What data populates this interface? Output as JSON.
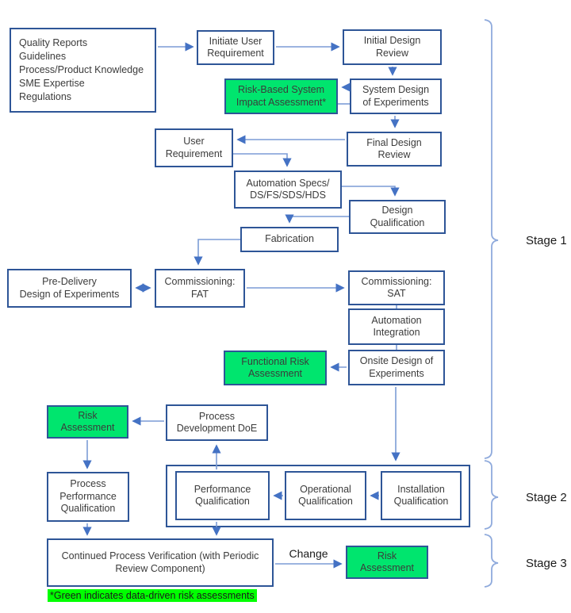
{
  "colors": {
    "box_border": "#2E5597",
    "arrow_line": "#7C9CD6",
    "arrow_head": "#4472C4",
    "node_green": "#00E56E",
    "footnote_green": "#00FF00",
    "brace": "#8FAADC",
    "text_dark": "#3B3B3B",
    "label_dark": "#1A1A1A"
  },
  "nodes": {
    "quality_inputs": [
      "Quality Reports",
      "Guidelines",
      "Process/Product Knowledge",
      "SME Expertise",
      "Regulations"
    ],
    "initiate_user_requirement": [
      "Initiate User",
      "Requirement"
    ],
    "initial_design_review": [
      "Initial Design",
      "Review"
    ],
    "risk_based_system_impact": [
      "Risk-Based System",
      "Impact Assessment*"
    ],
    "system_doe": [
      "System Design",
      "of Experiments"
    ],
    "user_requirement": [
      "User",
      "Requirement"
    ],
    "final_design_review": [
      "Final Design",
      "Review"
    ],
    "automation_specs": [
      "Automation Specs/",
      "DS/FS/SDS/HDS"
    ],
    "design_qualification": [
      "Design",
      "Qualification"
    ],
    "fabrication": [
      "Fabrication"
    ],
    "pre_delivery_doe": [
      "Pre-Delivery",
      "Design of Experiments"
    ],
    "commissioning_fat": [
      "Commissioning:",
      "FAT"
    ],
    "commissioning_sat": [
      "Commissioning:",
      "SAT"
    ],
    "automation_integration": [
      "Automation",
      "Integration"
    ],
    "onsite_doe": [
      "Onsite Design of",
      "Experiments"
    ],
    "functional_risk_assessment": [
      "Functional Risk",
      "Assessment"
    ],
    "risk_assessment_mid": [
      "Risk",
      "Assessment"
    ],
    "process_development_doe": [
      "Process",
      "Development DoE"
    ],
    "process_performance_qualification": [
      "Process",
      "Performance",
      "Qualification"
    ],
    "performance_qualification": [
      "Performance",
      "Qualification"
    ],
    "operational_qualification": [
      "Operational",
      "Qualification"
    ],
    "installation_qualification": [
      "Installation",
      "Qualification"
    ],
    "continued_process_verification": [
      "Continued Process Verification (with Periodic",
      "Review Component)"
    ],
    "risk_assessment_change": [
      "Risk",
      "Assessment"
    ]
  },
  "stage_labels": {
    "stage1": "Stage 1",
    "stage2": "Stage 2",
    "stage3": "Stage 3"
  },
  "annotations": {
    "change": "Change",
    "footnote": "*Green indicates data-driven risk assessments"
  }
}
